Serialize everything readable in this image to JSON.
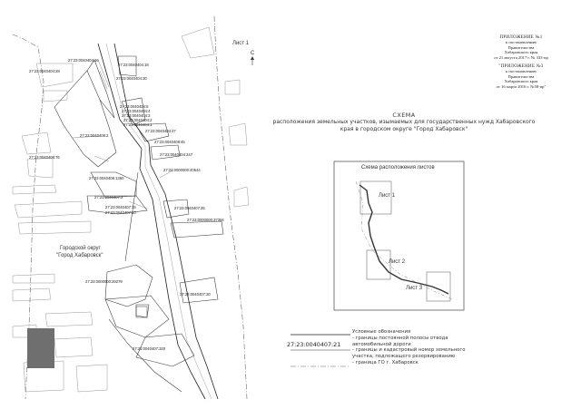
{
  "sheet": {
    "label": "Лист 1",
    "north": "С"
  },
  "appendix_1": {
    "head": "ПРИЛОЖЕНИЕ №1",
    "line1": "к постановлению",
    "line2": "Правительства",
    "line3": "Хабаровского края",
    "line4": "от 21 августа 2017 г. № 333-пр"
  },
  "appendix_2": {
    "head": "\"ПРИЛОЖЕНИЕ №3",
    "line1": "к постановлению",
    "line2": "Правительства",
    "line3": "Хабаровского края",
    "line4": "от 16 марта 2016 г. №58-пр\""
  },
  "scheme": {
    "head": "СХЕМА",
    "line1": "расположения земельных участков, изымаемых для государственных нужд Хабаровского",
    "line2": "края в городском округе \"Город Хабаровск\""
  },
  "overview": {
    "title": "Схема расположения листов",
    "sheet1": "Лист 1",
    "sheet2": "Лист 2",
    "sheet3": "Лист 3"
  },
  "district_label": {
    "line1": "Городской округ",
    "line2": "\"Город Хабаровск\""
  },
  "parcels": [
    "27:23:0040404:18",
    "27:23:0040404:28",
    "27:23:0040404:16",
    "27:23:0040404:30",
    "27:23:0040404:6",
    "27:23:0040404:4",
    "27:23:0040404:3",
    "27:23:0040404:2",
    "27:23:0040404:1",
    "27:23:0040404:47",
    "27:23:0040408:2",
    "27:23:0040408:45",
    "27:23:0040404:247",
    "27:23:0040408:76",
    "27:23:0000000:40544",
    "27:23:0040408:1360",
    "27:23:0040407:2",
    "27:23:0040407:15",
    "27:23:0040407:10",
    "27:23:0040407:25",
    "27:23:0000000:37394",
    "27:23:0000000:29279",
    "27:23:0040407:20",
    "27:23:0040407:320"
  ],
  "legend": {
    "title": "Условные обозначения",
    "item1_a": "- границы постоянной полосы отвода",
    "item1_b": "автомобильной дороги",
    "item2_a": "- границы и кадастровый номер земельного",
    "item2_b": "участка, подлежащего резервированию",
    "item3": "- граница ГО г. Хабаровск",
    "sample_number": "27:23:0040407:21"
  }
}
